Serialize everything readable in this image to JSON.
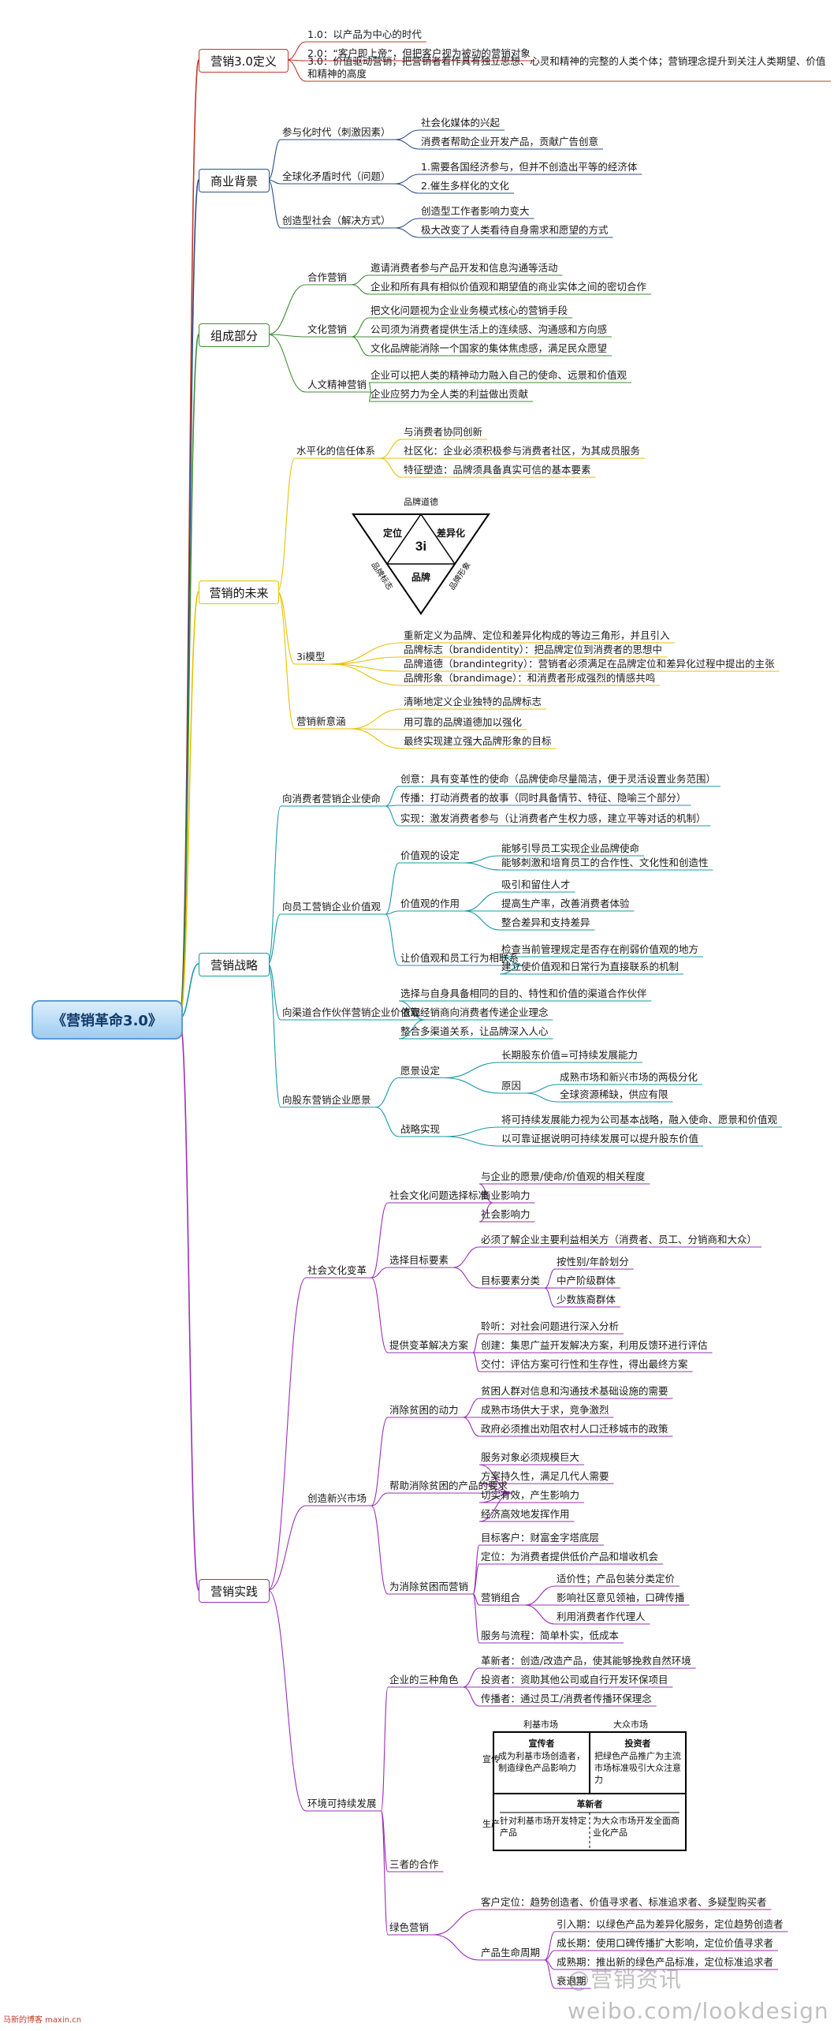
{
  "root": "《营销革命3.0》",
  "branches": [
    {
      "id": "def",
      "label": "营销3.0定义",
      "color": "#c0392b",
      "children": [
        {
          "text": "1.0：以产品为中心的时代"
        },
        {
          "text": "2.0：“客户即上帝”，但把客户视为被动的营销对象"
        },
        {
          "text": "3.0：价值驱动营销；把营销者看作具有独立思想、心灵和精神的完整的人类个体；营销理念提升到关注人类期望、价值和精神的高度"
        }
      ]
    },
    {
      "id": "bg",
      "label": "商业背景",
      "color": "#2f4d8a",
      "children": [
        {
          "text": "参与化时代（刺激因素）",
          "children": [
            {
              "text": "社会化媒体的兴起"
            },
            {
              "text": "消费者帮助企业开发产品，贡献广告创意"
            }
          ]
        },
        {
          "text": "全球化矛盾时代（问题）",
          "children": [
            {
              "text": "1.需要各国经济参与，但并不创造出平等的经济体"
            },
            {
              "text": "2.催生多样化的文化"
            }
          ]
        },
        {
          "text": "创造型社会（解决方式）",
          "children": [
            {
              "text": "创造型工作者影响力变大"
            },
            {
              "text": "极大改变了人类看待自身需求和愿望的方式"
            }
          ]
        }
      ]
    },
    {
      "id": "comp",
      "label": "组成部分",
      "color": "#3e8e33",
      "children": [
        {
          "text": "合作营销",
          "children": [
            {
              "text": "邀请消费者参与产品开发和信息沟通等活动"
            },
            {
              "text": "企业和所有具有相似价值观和期望值的商业实体之间的密切合作"
            }
          ]
        },
        {
          "text": "文化营销",
          "children": [
            {
              "text": "把文化问题视为企业业务模式核心的营销手段"
            },
            {
              "text": "公司须为消费者提供生活上的连续感、沟通感和方向感"
            },
            {
              "text": "文化品牌能消除一个国家的集体焦虑感，满足民众愿望"
            }
          ]
        },
        {
          "text": "人文精神营销",
          "children": [
            {
              "text": "企业可以把人类的精神动力融入自己的使命、远景和价值观"
            },
            {
              "text": "企业应努力为全人类的利益做出贡献"
            }
          ]
        }
      ]
    },
    {
      "id": "future",
      "label": "营销的未来",
      "color": "#e7c200",
      "children": [
        {
          "text": "水平化的信任体系",
          "children": [
            {
              "text": "与消费者协同创新"
            },
            {
              "text": "社区化：企业必须积极参与消费者社区，为其成员服务"
            },
            {
              "text": "特征塑造：品牌须具备真实可信的基本要素"
            }
          ]
        },
        {
          "text": "3i模型",
          "children": [
            {
              "text": "重新定义为品牌、定位和差异化构成的等边三角形，并且引入"
            },
            {
              "text": "品牌标志（brandidentity）：把品牌定位到消费者的思想中"
            },
            {
              "text": "品牌道德（brandintegrity）：营销者必须满足在品牌定位和差异化过程中提出的主张"
            },
            {
              "text": "品牌形象（brandimage）：和消费者形成强烈的情感共鸣"
            }
          ]
        },
        {
          "text": "营销新意涵",
          "children": [
            {
              "text": "清晰地定义企业独特的品牌标志"
            },
            {
              "text": "用可靠的品牌道德加以强化"
            },
            {
              "text": "最终实现建立强大品牌形象的目标"
            }
          ]
        }
      ]
    },
    {
      "id": "strategy",
      "label": "营销战略",
      "color": "#1a9aa8",
      "children": [
        {
          "text": "向消费者营销企业使命",
          "children": [
            {
              "text": "创意：具有变革性的使命（品牌使命尽量简洁，便于灵活设置业务范围）"
            },
            {
              "text": "传播：打动消费者的故事（同时具备情节、特征、隐喻三个部分）"
            },
            {
              "text": "实现：激发消费者参与（让消费者产生权力感，建立平等对话的机制）"
            }
          ]
        },
        {
          "text": "向员工营销企业价值观",
          "children": [
            {
              "text": "价值观的设定",
              "children": [
                {
                  "text": "能够引导员工实现企业品牌使命"
                },
                {
                  "text": "能够刺激和培育员工的合作性、文化性和创造性"
                }
              ]
            },
            {
              "text": "价值观的作用",
              "children": [
                {
                  "text": "吸引和留住人才"
                },
                {
                  "text": "提高生产率，改善消费者体验"
                },
                {
                  "text": "整合差异和支持差异"
                }
              ]
            },
            {
              "text": "让价值观和员工行为相联系",
              "children": [
                {
                  "text": "检查当前管理规定是否存在削弱价值观的地方"
                },
                {
                  "text": "建立使价值观和日常行为直接联系的机制"
                }
              ]
            }
          ]
        },
        {
          "text": "向渠道合作伙伴营销企业价值观",
          "children": [
            {
              "text": "选择与自身具备相同的目的、特性和价值的渠道合作伙伴"
            },
            {
              "text": "依靠经销商向消费者传递企业理念"
            },
            {
              "text": "整合多渠道关系，让品牌深入人心"
            }
          ]
        },
        {
          "text": "向股东营销企业愿景",
          "children": [
            {
              "text": "愿景设定",
              "children": [
                {
                  "text": "长期股东价值=可持续发展能力"
                },
                {
                  "text": "原因",
                  "children": [
                    {
                      "text": "成熟市场和新兴市场的两极分化"
                    },
                    {
                      "text": "全球资源稀缺，供应有限"
                    }
                  ]
                }
              ]
            },
            {
              "text": "战略实现",
              "children": [
                {
                  "text": "将可持续发展能力视为公司基本战略，融入使命、愿景和价值观"
                },
                {
                  "text": "以可靠证据说明可持续发展可以提升股东价值"
                }
              ]
            }
          ]
        }
      ]
    },
    {
      "id": "practice",
      "label": "营销实践",
      "color": "#9b2fb8",
      "children": [
        {
          "text": "社会文化变革",
          "children": [
            {
              "text": "社会文化问题选择标准",
              "children": [
                {
                  "text": "与企业的愿景/使命/价值观的相关程度"
                },
                {
                  "text": "商业影响力"
                },
                {
                  "text": "社会影响力"
                }
              ]
            },
            {
              "text": "选择目标要素",
              "children": [
                {
                  "text": "必须了解企业主要利益相关方（消费者、员工、分销商和大众）"
                },
                {
                  "text": "目标要素分类",
                  "children": [
                    {
                      "text": "按性别/年龄划分"
                    },
                    {
                      "text": "中产阶级群体"
                    },
                    {
                      "text": "少数族裔群体"
                    }
                  ]
                }
              ]
            },
            {
              "text": "提供变革解决方案",
              "children": [
                {
                  "text": "聆听：对社会问题进行深入分析"
                },
                {
                  "text": "创建：集思广益开发解决方案，利用反馈环进行评估"
                },
                {
                  "text": "交付：评估方案可行性和生存性，得出最终方案"
                }
              ]
            }
          ]
        },
        {
          "text": "创造新兴市场",
          "children": [
            {
              "text": "消除贫困的动力",
              "children": [
                {
                  "text": "贫困人群对信息和沟通技术基础设施的需要"
                },
                {
                  "text": "成熟市场供大于求，竞争激烈"
                },
                {
                  "text": "政府必须推出劝阻农村人口迁移城市的政策"
                }
              ]
            },
            {
              "text": "帮助消除贫困的产品的要求",
              "children": [
                {
                  "text": "服务对象必须规模巨大"
                },
                {
                  "text": "方案持久性，满足几代人需要"
                },
                {
                  "text": "切实有效，产生影响力"
                },
                {
                  "text": "经济高效地发挥作用"
                }
              ]
            },
            {
              "text": "为消除贫困而营销",
              "children": [
                {
                  "text": "目标客户：财富金字塔底层"
                },
                {
                  "text": "定位：为消费者提供低价产品和增收机会"
                },
                {
                  "text": "营销组合",
                  "children": [
                    {
                      "text": "适价性；产品包装分类定价"
                    },
                    {
                      "text": "影响社区意见领袖，口碑传播"
                    },
                    {
                      "text": "利用消费者作代理人"
                    }
                  ]
                },
                {
                  "text": "服务与流程：简单朴实，低成本"
                }
              ]
            }
          ]
        },
        {
          "text": "环境可持续发展",
          "children": [
            {
              "text": "企业的三种角色",
              "children": [
                {
                  "text": "革新者：创造/改造产品，使其能够挽救自然环境"
                },
                {
                  "text": "投资者：资助其他公司或自行开发环保项目"
                },
                {
                  "text": "传播者：通过员工/消费者传播环保理念"
                }
              ]
            },
            {
              "text": "三者的合作"
            },
            {
              "text": "绿色营销",
              "children": [
                {
                  "text": "客户定位：趋势创造者、价值寻求者、标准追求者、多疑型购买者"
                },
                {
                  "text": "产品生命周期",
                  "children": [
                    {
                      "text": "引入期：以绿色产品为差异化服务，定位趋势创造者"
                    },
                    {
                      "text": "成长期：使用口碑传播扩大影响，定位价值寻求者"
                    },
                    {
                      "text": "成熟期：推出新的绿色产品标准，定位标准追求者"
                    },
                    {
                      "text": "衰退期"
                    }
                  ]
                }
              ]
            }
          ]
        }
      ]
    }
  ],
  "figure_3i": {
    "top": "品牌道德",
    "left": "定位",
    "right": "差异化",
    "center": "3i",
    "bottom": "品牌",
    "left_edge": "品牌标志",
    "right_edge": "品牌形象"
  },
  "figure_matrix": {
    "col1": "利基市场",
    "col2": "大众市场",
    "row1": "宣传",
    "row2": "生产",
    "cell_a_title": "宣传者",
    "cell_a_text": "成为利基市场创造者，制造绿色产品影响力",
    "cell_b_title": "投资者",
    "cell_b_text": "把绿色产品推广为主流市场标准吸引大众注意力",
    "cell_c_title": "革新者",
    "cell_c_text_left": "针对利基市场开发特定产品",
    "cell_c_text_right": "为大众市场开发全面商业化产品"
  },
  "watermark": "@营销资讯 weibo.com/lookdesign",
  "source_note": "马新的博客 maxin.cn"
}
